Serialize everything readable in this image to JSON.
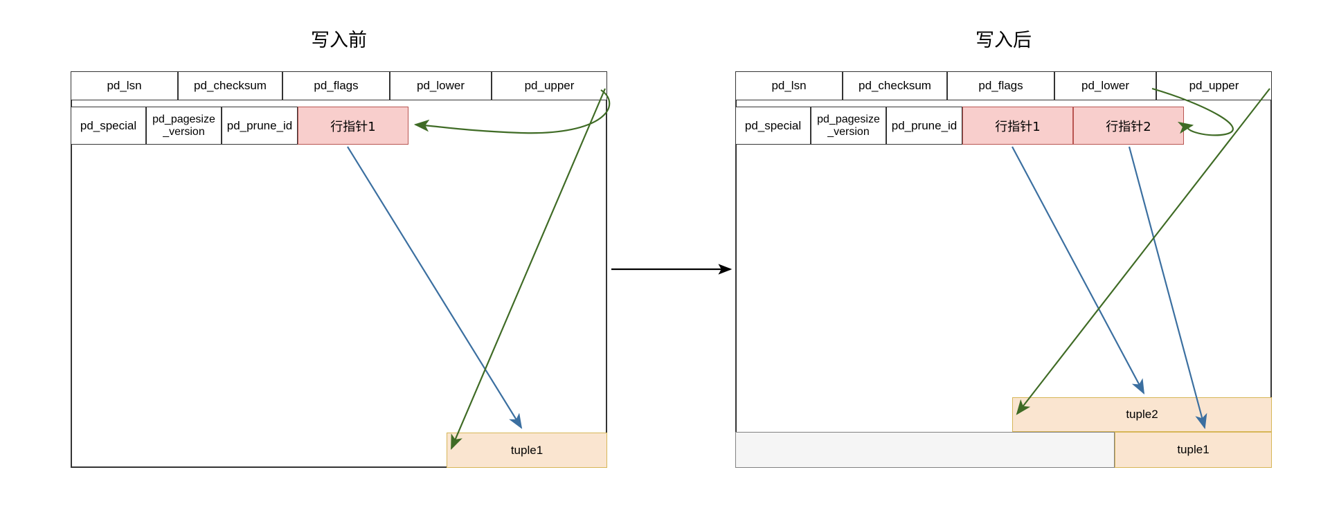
{
  "diagram": {
    "title_before": "写入前",
    "title_after": "写入后",
    "transition_arrow": "right-arrow"
  },
  "colors": {
    "page_border": "#333333",
    "cell_border": "#333333",
    "pointer_fill": "#f8cecc",
    "pointer_border": "#b85450",
    "tuple_fill": "#fae5d0",
    "tuple_border": "#d6b656",
    "free_fill": "#f5f5f5",
    "free_border": "#808080",
    "arrow_blue": "#3b6fa0",
    "arrow_green": "#3f6b25",
    "arrow_black": "#000000"
  },
  "before": {
    "header_row1": [
      {
        "label": "pd_lsn"
      },
      {
        "label": "pd_checksum"
      },
      {
        "label": "pd_flags"
      },
      {
        "label": "pd_lower"
      },
      {
        "label": "pd_upper"
      }
    ],
    "header_row2": [
      {
        "label": "pd_special"
      },
      {
        "label": "pd_pagesize\n_version"
      },
      {
        "label": "pd_prune_id"
      }
    ],
    "line_pointers": [
      {
        "label": "行指针1"
      }
    ],
    "tuples": [
      {
        "label": "tuple1"
      }
    ],
    "free_space": []
  },
  "after": {
    "header_row1": [
      {
        "label": "pd_lsn"
      },
      {
        "label": "pd_checksum"
      },
      {
        "label": "pd_flags"
      },
      {
        "label": "pd_lower"
      },
      {
        "label": "pd_upper"
      }
    ],
    "header_row2": [
      {
        "label": "pd_special"
      },
      {
        "label": "pd_pagesize\n_version"
      },
      {
        "label": "pd_prune_id"
      }
    ],
    "line_pointers": [
      {
        "label": "行指针1"
      },
      {
        "label": "行指针2"
      }
    ],
    "tuples": [
      {
        "label": "tuple2"
      },
      {
        "label": "tuple1"
      }
    ],
    "free_space": [
      {
        "label": ""
      }
    ]
  }
}
